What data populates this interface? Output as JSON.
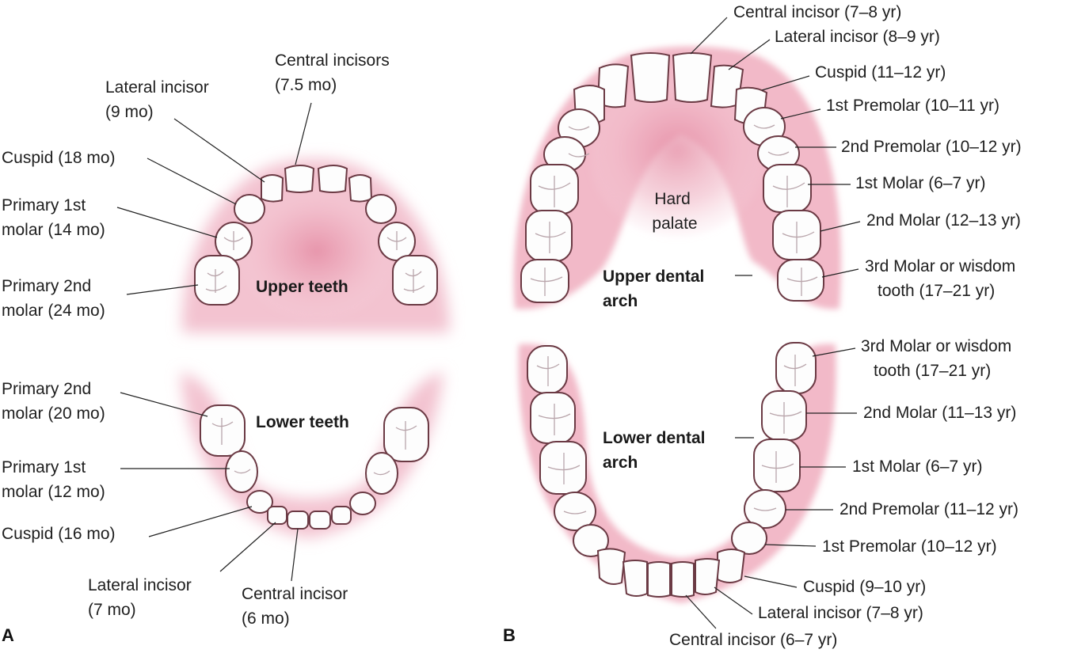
{
  "panel_a": {
    "letter": "A",
    "upper_title": "Upper teeth",
    "lower_title": "Lower teeth",
    "upper_labels": [
      {
        "lines": [
          "Central incisors",
          "(7.5 mo)"
        ]
      },
      {
        "lines": [
          "Lateral incisor",
          "(9 mo)"
        ]
      },
      {
        "lines": [
          "Cuspid (18 mo)"
        ]
      },
      {
        "lines": [
          "Primary 1st",
          "molar (14 mo)"
        ]
      },
      {
        "lines": [
          "Primary 2nd",
          "molar (24 mo)"
        ]
      }
    ],
    "lower_labels": [
      {
        "lines": [
          "Primary 2nd",
          "molar (20 mo)"
        ]
      },
      {
        "lines": [
          "Primary 1st",
          "molar (12 mo)"
        ]
      },
      {
        "lines": [
          "Cuspid (16 mo)"
        ]
      },
      {
        "lines": [
          "Lateral incisor",
          "(7 mo)"
        ]
      },
      {
        "lines": [
          "Central incisor",
          "(6 mo)"
        ]
      }
    ]
  },
  "panel_b": {
    "letter": "B",
    "hard_palate": [
      "Hard",
      "palate"
    ],
    "upper_arch_title": [
      "Upper dental",
      "arch"
    ],
    "lower_arch_title": [
      "Lower dental",
      "arch"
    ],
    "upper_labels": [
      {
        "lines": [
          "Central incisor (7–8 yr)"
        ]
      },
      {
        "lines": [
          "Lateral incisor (8–9 yr)"
        ]
      },
      {
        "lines": [
          "Cuspid (11–12 yr)"
        ]
      },
      {
        "lines": [
          "1st Premolar (10–11 yr)"
        ]
      },
      {
        "lines": [
          "2nd Premolar (10–12 yr)"
        ]
      },
      {
        "lines": [
          "1st Molar (6–7 yr)"
        ]
      },
      {
        "lines": [
          "2nd Molar (12–13 yr)"
        ]
      },
      {
        "lines": [
          "3rd Molar or wisdom",
          "tooth (17–21 yr)"
        ]
      }
    ],
    "lower_labels": [
      {
        "lines": [
          "3rd Molar or wisdom",
          "tooth (17–21 yr)"
        ]
      },
      {
        "lines": [
          "2nd Molar (11–13 yr)"
        ]
      },
      {
        "lines": [
          "1st Molar (6–7 yr)"
        ]
      },
      {
        "lines": [
          "2nd Premolar (11–12 yr)"
        ]
      },
      {
        "lines": [
          "1st Premolar (10–12 yr)"
        ]
      },
      {
        "lines": [
          "Cuspid (9–10 yr)"
        ]
      },
      {
        "lines": [
          "Lateral incisor (7–8 yr)"
        ]
      },
      {
        "lines": [
          "Central incisor (6–7 yr)"
        ]
      }
    ]
  },
  "colors": {
    "gum": "#f1b9c8",
    "gum_dark": "#e07f9c",
    "tooth_outline": "#6b3a44",
    "text": "#1e1e1e"
  }
}
